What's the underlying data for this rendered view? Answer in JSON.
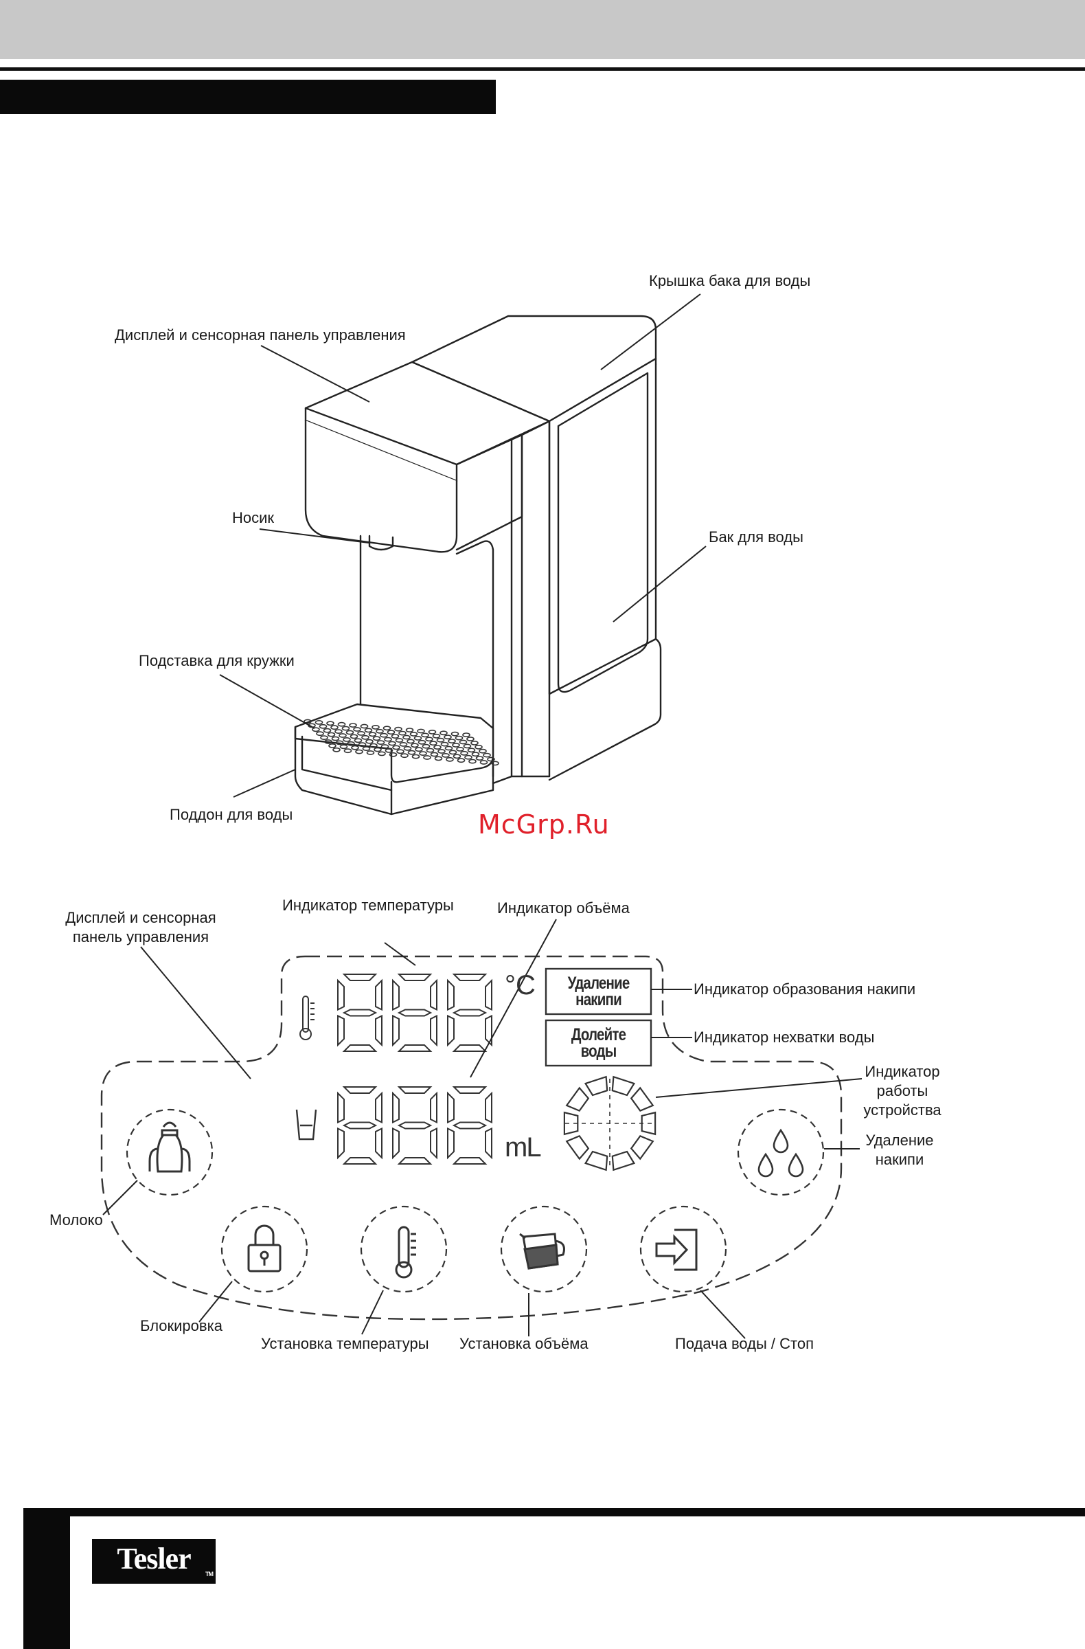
{
  "watermark": "McGrp.Ru",
  "brand": {
    "logo_text": "Tesler",
    "tm": "TM"
  },
  "device_labels": {
    "tank_lid": "Крышка бака для воды",
    "display_panel": "Дисплей и сенсорная панель управления",
    "spout": "Носик",
    "water_tank": "Бак для воды",
    "cup_stand": "Подставка для кружки",
    "drip_tray": "Поддон для воды"
  },
  "panel_labels": {
    "display_panel_line1": "Дисплей и сенсорная",
    "display_panel_line2": "панель управления",
    "temp_indicator": "Индикатор температуры",
    "volume_indicator": "Индикатор объёма",
    "scale_indicator": "Индикатор образования накипи",
    "no_water_indicator": "Индикатор нехватки воды",
    "operation_line1": "Индикатор",
    "operation_line2": "работы",
    "operation_line3": "устройства",
    "descale_line1": "Удаление",
    "descale_line2": "накипи",
    "milk": "Молоко",
    "lock": "Блокировка",
    "set_temp": "Установка температуры",
    "set_volume": "Установка объёма",
    "dispense": "Подача воды / Стоп"
  },
  "display": {
    "digits_top": "888",
    "digits_bottom": "888",
    "unit_temp": "°C",
    "unit_volume": "mL",
    "badge_scale_line1": "Удаление",
    "badge_scale_line2": "накипи",
    "badge_water_line1": "Долейте",
    "badge_water_line2": "воды"
  }
}
